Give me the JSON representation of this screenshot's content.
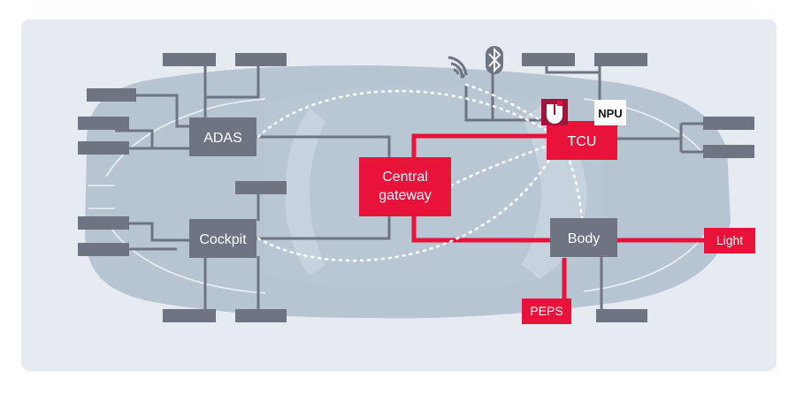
{
  "diagram": {
    "nodes": {
      "adas": "ADAS",
      "cockpit": "Cockpit",
      "central_gateway_line1": "Central",
      "central_gateway_line2": "gateway",
      "tcu": "TCU",
      "body": "Body",
      "npu": "NPU",
      "light": "Light",
      "peps": "PEPS"
    },
    "icons": {
      "wireless": "wifi-signal-icon",
      "bluetooth": "bluetooth-icon",
      "security": "security-shield-icon"
    },
    "colors": {
      "background": "#e6ebf2",
      "car_body": "#a9b8c8",
      "gray_ecu": "#6e7482",
      "red_highlight": "#e8123a",
      "dotted_link": "#ffffff",
      "npu_box": "#ffffff"
    }
  }
}
